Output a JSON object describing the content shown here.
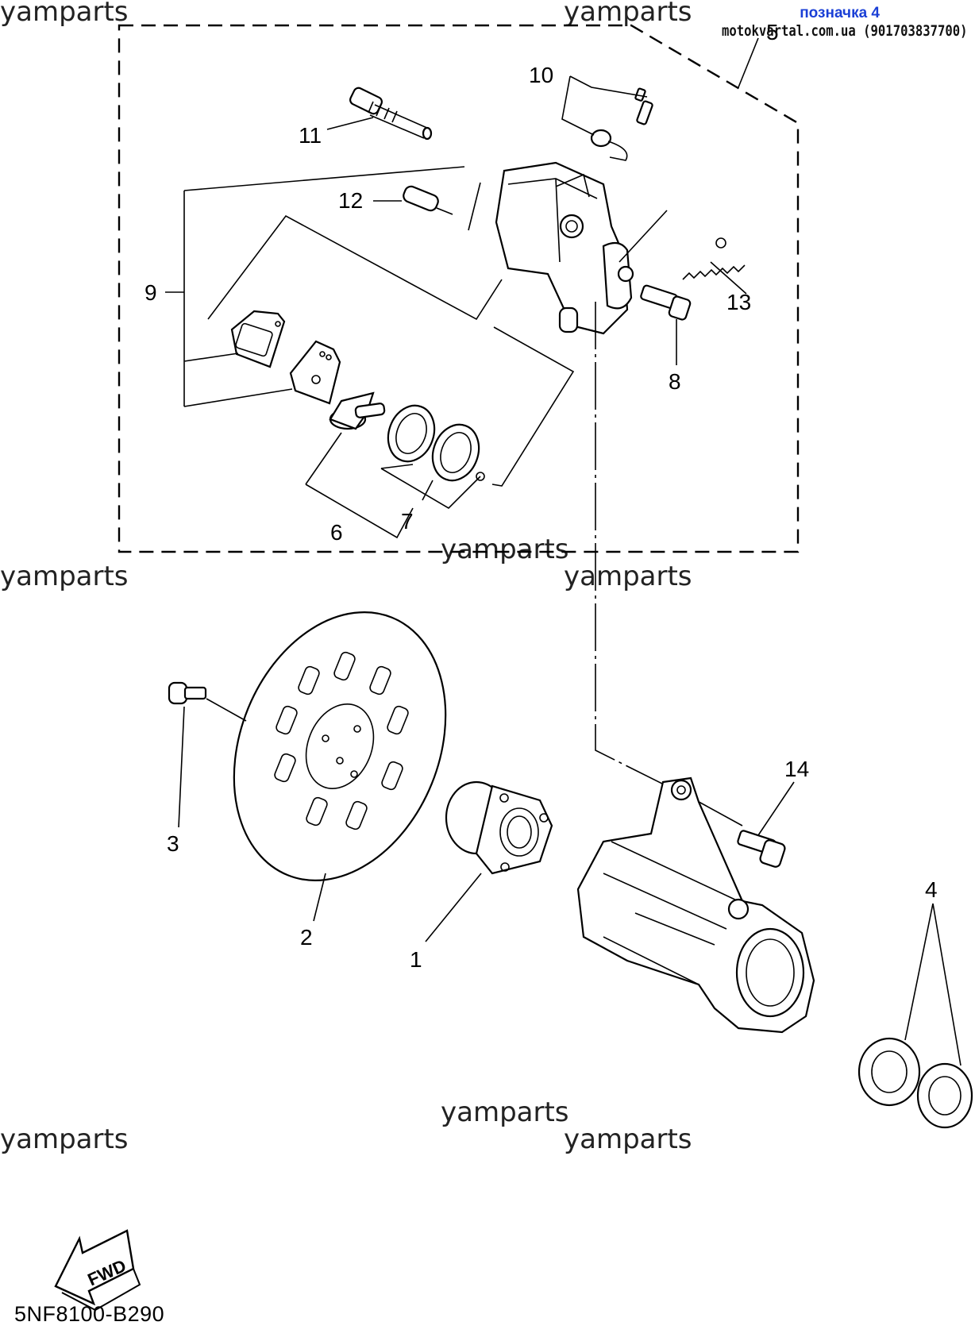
{
  "header": {
    "badge": "позначка 4",
    "site": "motokvartal.com.ua (901703837700)"
  },
  "watermark": "yamparts",
  "diagram_code": "5NF8100-B290",
  "fwd_label": "FWD",
  "callouts": {
    "c1": "1",
    "c2": "2",
    "c3": "3",
    "c4": "4",
    "c5": "5",
    "c6": "6",
    "c7": "7",
    "c8": "8",
    "c9": "9",
    "c10": "10",
    "c11": "11",
    "c12": "12",
    "c13": "13",
    "c14": "14"
  }
}
